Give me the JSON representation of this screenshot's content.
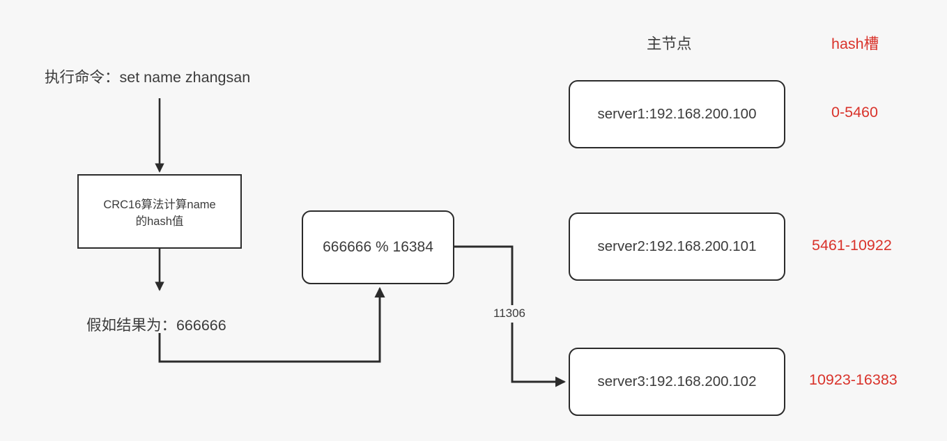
{
  "diagram": {
    "type": "flowchart",
    "title": "Redis Cluster hash slot routing",
    "background_color": "#f7f7f7",
    "colors": {
      "stroke": "#2b2b2b",
      "node_fill": "#ffffff",
      "text": "#3b3b3b",
      "accent_red": "#d9332b",
      "accent_green": "#1f7a32"
    }
  },
  "headers": {
    "master_nodes": "主节点",
    "hash_slot": "hash槽"
  },
  "flow": {
    "command_label": "执行命令：set name zhangsan",
    "crc_box_line1": "CRC16算法计算name",
    "crc_box_line2": "的hash值",
    "result_prefix": "假如结果为：",
    "result_value": "666666",
    "modulo_expression": "666666 % 16384",
    "edge_label_slot": "11306"
  },
  "servers": [
    {
      "name": "server1:192.168.200.100",
      "slots": "0-5460"
    },
    {
      "name": "server2:192.168.200.101",
      "slots": "5461-10922"
    },
    {
      "name": "server3:192.168.200.102",
      "slots": "10923-16383"
    }
  ]
}
